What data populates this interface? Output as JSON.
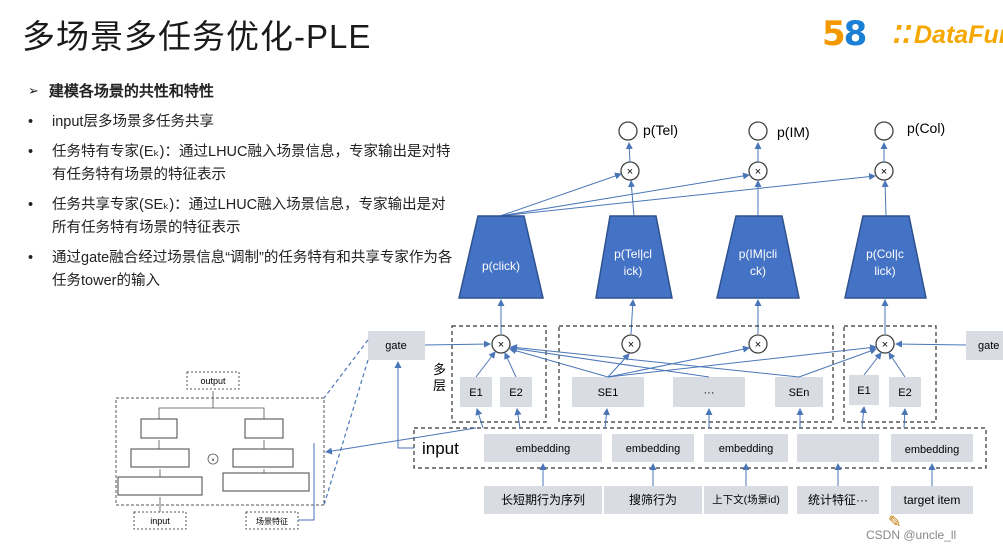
{
  "title": "多场景多任务优化-PLE",
  "logos": {
    "brand1_part1": "5",
    "brand1_part2": "8",
    "brand2": "DataFun"
  },
  "section": {
    "heading": "建模各场景的共性和特性",
    "bullets": [
      "input层多场景多任务共享",
      "任务特有专家(Eₖ)：通过LHUC融入场景信息，专家输出是对特有任务特有场景的特征表示",
      "任务共享专家(SEₖ)：通过LHUC融入场景信息，专家输出是对所有任务特有场景的特征表示",
      "通过gate融合经过场景信息“调制”的任务特有和共享专家作为各任务tower的输入"
    ]
  },
  "diagram": {
    "outputs": [
      "p(Tel)",
      "p(IM)",
      "p(Col)"
    ],
    "towers": [
      "p(click)",
      "p(Tel|cl\nick)",
      "p(IM|cli\nck)",
      "p(Col|c\nlick)"
    ],
    "gate_label": "gate",
    "gate_right_label": "gate",
    "multi_layer": "多\n层",
    "experts_left": [
      "E1",
      "E2"
    ],
    "experts_shared": [
      "SE1",
      "···",
      "SEn"
    ],
    "experts_right": [
      "E1",
      "E2"
    ],
    "input_label": "input",
    "embeddings": [
      "embedding",
      "embedding",
      "embedding",
      "",
      "embedding"
    ],
    "features": [
      "长短期行为序列",
      "搜筛行为",
      "上下文(场景id)",
      "统计特征···",
      "target item"
    ],
    "inset": {
      "output": "output",
      "input": "input",
      "scene": "场景特征"
    }
  },
  "watermark": "CSDN @uncle_ll",
  "colors": {
    "tower": "#4472c4",
    "tower_border": "#2f528f",
    "box": "#d9dde3",
    "line": "#4a76b8"
  }
}
